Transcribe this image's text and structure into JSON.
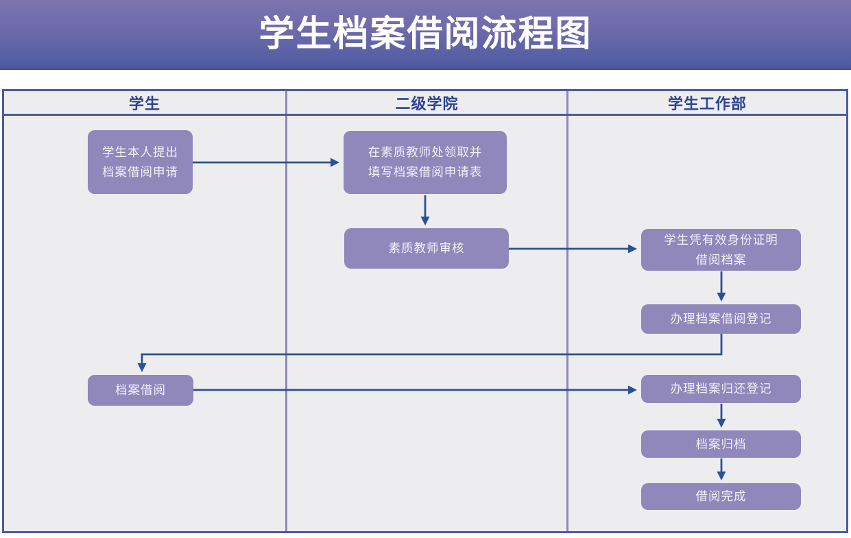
{
  "title": "学生档案借阅流程图",
  "lanes": [
    {
      "label": "学生"
    },
    {
      "label": "二级学院"
    },
    {
      "label": "学生工作部"
    }
  ],
  "nodes": [
    {
      "id": "apply",
      "lane": "学生",
      "label": "学生本人提出\n档案借阅申请"
    },
    {
      "id": "fill-form",
      "lane": "二级学院",
      "label": "在素质教师处领取并\n填写档案借阅申请表"
    },
    {
      "id": "teacher-review",
      "lane": "二级学院",
      "label": "素质教师审核"
    },
    {
      "id": "borrow-with-id",
      "lane": "学生工作部",
      "label": "学生凭有效身份证明\n借阅档案"
    },
    {
      "id": "borrow-register",
      "lane": "学生工作部",
      "label": "办理档案借阅登记"
    },
    {
      "id": "file-borrow",
      "lane": "学生",
      "label": "档案借阅"
    },
    {
      "id": "return-register",
      "lane": "学生工作部",
      "label": "办理档案归还登记"
    },
    {
      "id": "file-archive",
      "lane": "学生工作部",
      "label": "档案归档"
    },
    {
      "id": "complete",
      "lane": "学生工作部",
      "label": "借阅完成"
    }
  ],
  "edges": [
    {
      "from": "apply",
      "to": "fill-form"
    },
    {
      "from": "fill-form",
      "to": "teacher-review"
    },
    {
      "from": "teacher-review",
      "to": "borrow-with-id"
    },
    {
      "from": "borrow-with-id",
      "to": "borrow-register"
    },
    {
      "from": "borrow-register",
      "to": "file-borrow"
    },
    {
      "from": "file-borrow",
      "to": "return-register"
    },
    {
      "from": "return-register",
      "to": "file-archive"
    },
    {
      "from": "file-archive",
      "to": "complete"
    }
  ],
  "colors": {
    "banner_top": "#7e74b0",
    "banner_bottom": "#4f58a1",
    "banner_edge": "#41519a",
    "title_text": "#ffffff",
    "node_fill": "#9087bb",
    "node_text": "#f3f1f9",
    "lane_header_text": "#2b4393",
    "grid_background": "#ededef",
    "outer_border": "#4a5aa3",
    "lane_divider": "#8e85b9",
    "connector": "#2d4f9a"
  }
}
